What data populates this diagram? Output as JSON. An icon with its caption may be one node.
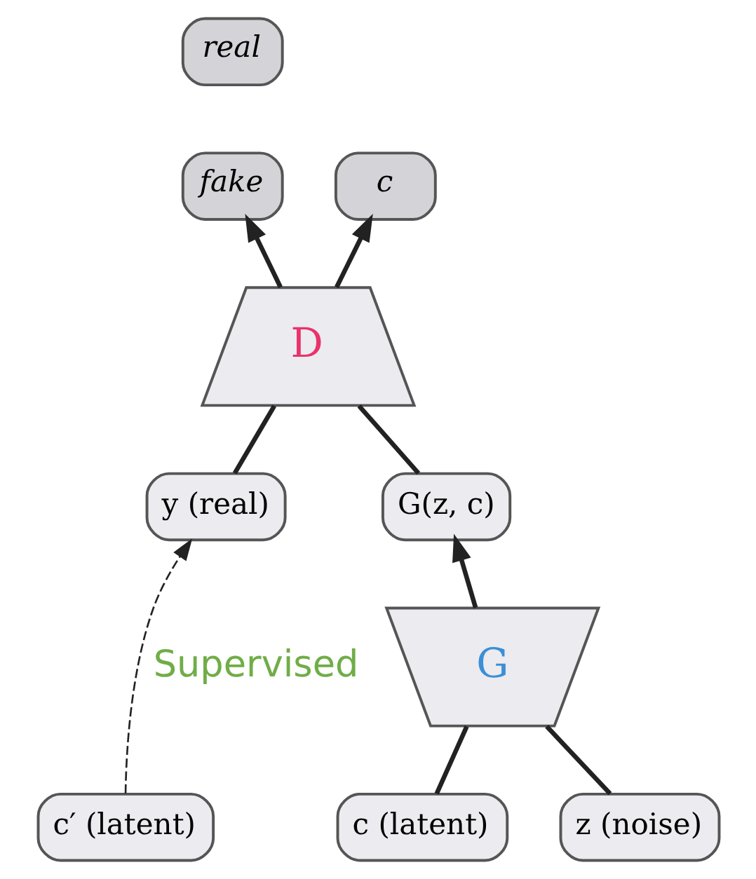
{
  "diagram": {
    "nodes": [
      {
        "text": [
          "real"
        ]
      },
      {
        "text": [
          "fake"
        ]
      },
      {
        "text": [
          "c"
        ]
      },
      {
        "text": [
          "D"
        ]
      },
      {
        "text": [
          "y (real)"
        ]
      },
      {
        "text": [
          "G(z, c)"
        ]
      },
      {
        "text": [
          "G"
        ]
      },
      {
        "text": [
          "c′ (latent)"
        ]
      },
      {
        "text": [
          "c (latent)"
        ]
      },
      {
        "text": [
          "z (noise)"
        ]
      }
    ],
    "edges": [
      {
        "from": 3,
        "to": 1,
        "arrow": "to"
      },
      {
        "from": 3,
        "to": 2,
        "arrow": "to"
      },
      {
        "from": 4,
        "to": 3,
        "arrow": "none"
      },
      {
        "from": 5,
        "to": 3,
        "arrow": "none"
      },
      {
        "from": 6,
        "to": 5,
        "arrow": "to"
      },
      {
        "from": 7,
        "to": 4,
        "arrow": "to",
        "style": "dashed",
        "label": "Supervised"
      },
      {
        "from": 8,
        "to": 6,
        "arrow": "none"
      },
      {
        "from": 9,
        "to": 6,
        "arrow": "none"
      }
    ]
  }
}
